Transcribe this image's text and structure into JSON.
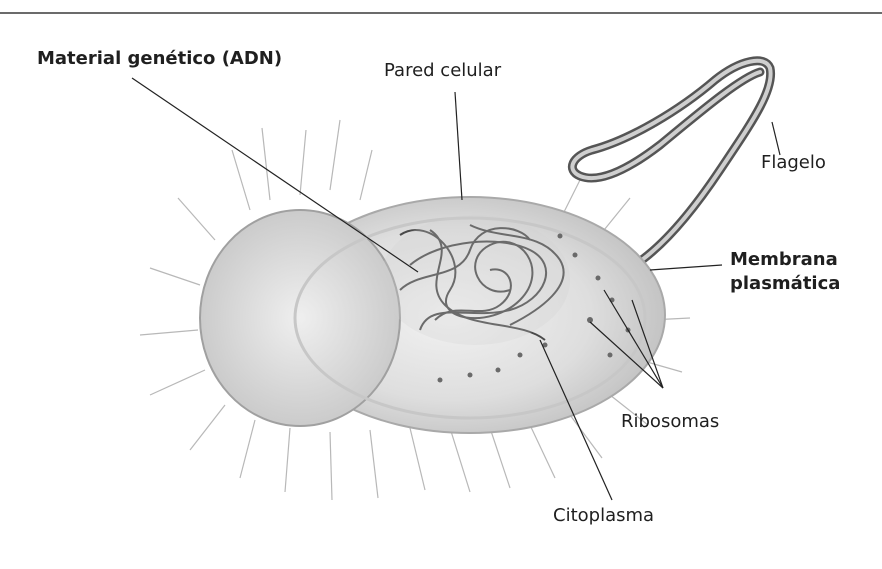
{
  "labels": {
    "material_genetico": "Material genético (ADN)",
    "pared_celular": "Pared celular",
    "flagelo": "Flagelo",
    "membrana_line1": "Membrana",
    "membrana_line2": "plasmática",
    "ribosomas": "Ribosomas",
    "citoplasma": "Citoplasma"
  },
  "colors": {
    "text": "#1f1f1f",
    "leader_line": "#222222",
    "cell_body": "#d9d9d9",
    "dna": "#4a4a4a"
  }
}
